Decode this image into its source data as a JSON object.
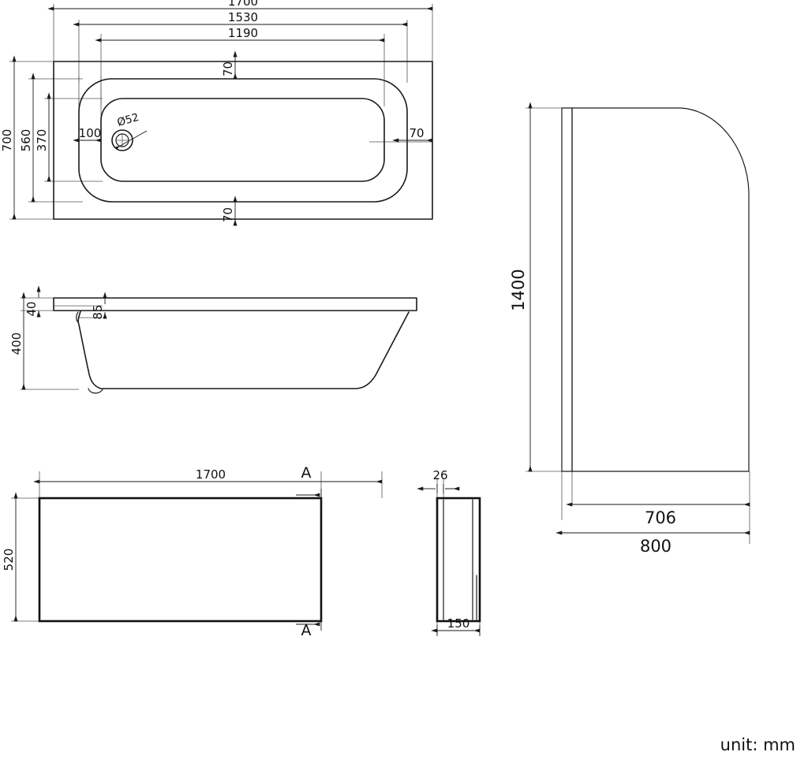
{
  "drawing": {
    "unit_note": "unit: mm",
    "views": {
      "bath_plan": {
        "name": "Bath top plan view",
        "dimensions": {
          "overall_length": "1700",
          "inner_rim_length": "1530",
          "inner_basin_length": "1190",
          "overall_width": "700",
          "inner_rim_width": "560",
          "inner_basin_width": "370",
          "drain_offset_left": "100",
          "rim_top_offset": "70",
          "rim_bottom_offset": "70",
          "rim_right_offset": "70",
          "drain_diameter": "Ø52"
        }
      },
      "bath_section": {
        "name": "Bath side section view",
        "dimensions": {
          "rim_thickness": "40",
          "rim_inset": "85",
          "overall_height": "400"
        }
      },
      "bath_panel": {
        "name": "Bath front panel view",
        "dimensions": {
          "panel_length": "1700",
          "panel_height": "520"
        },
        "section_marks": {
          "top_label": "A",
          "bottom_label": "A"
        }
      },
      "panel_section": {
        "name": "Panel section A-A",
        "dimensions": {
          "panel_thickness": "26",
          "panel_depth": "150"
        }
      },
      "bath_screen": {
        "name": "Bath screen elevation",
        "dimensions": {
          "screen_height": "1400",
          "glass_width": "706",
          "overall_width": "800"
        }
      }
    }
  },
  "colors": {
    "outline": "#1a1a1a",
    "dimension": "#1a1a1a",
    "extension": "#555555",
    "background": "#ffffff"
  }
}
